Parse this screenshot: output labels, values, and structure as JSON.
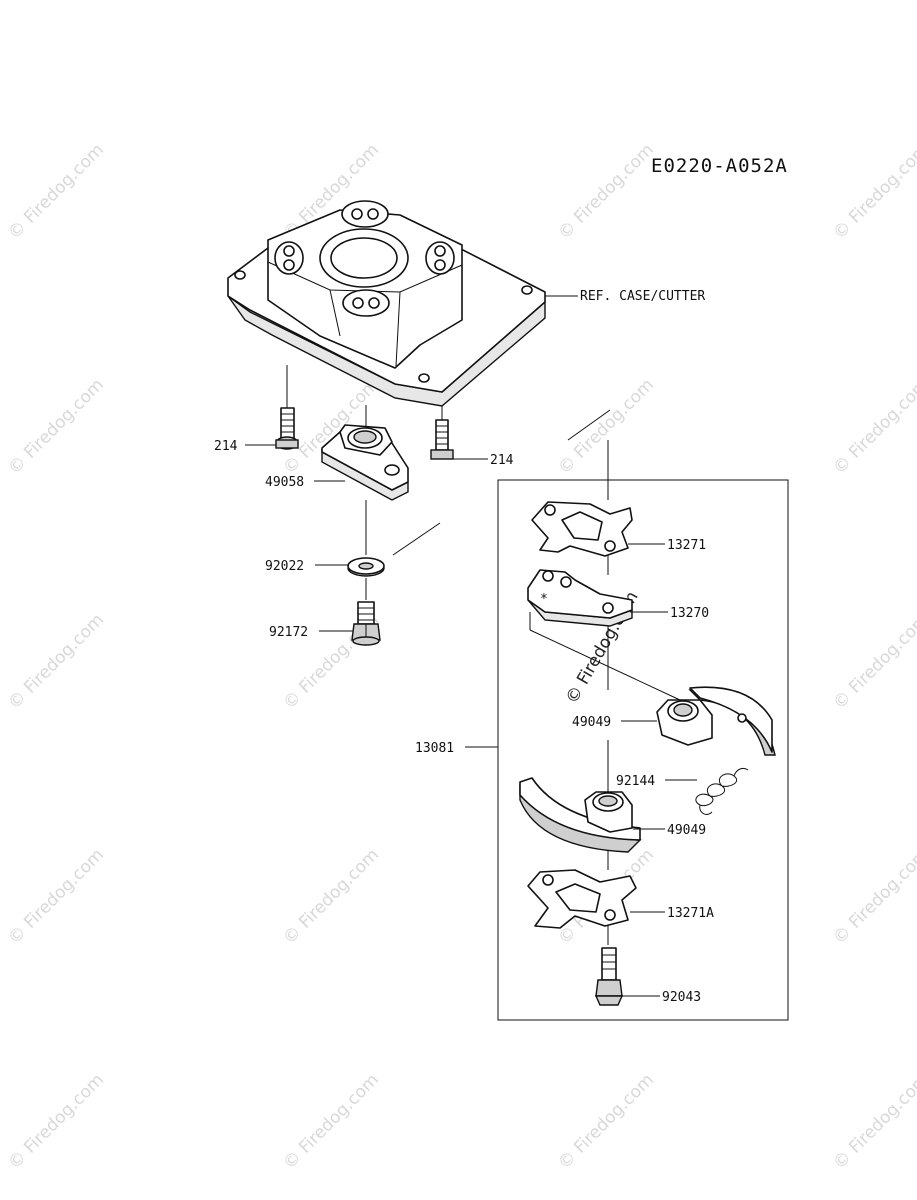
{
  "diagram_code": "E0220-A052A",
  "watermark": {
    "text": "© Firedog.com",
    "center_text": "© Firedog.com"
  },
  "labels": {
    "ref_case_cutter": "REF. CASE/CUTTER",
    "bolt_left": "214",
    "bolt_right": "214",
    "part_49058": "49058",
    "part_92022": "92022",
    "part_92172": "92172",
    "part_13081": "13081",
    "part_13271": "13271",
    "part_13270": "13270",
    "part_49049_upper": "49049",
    "part_92144": "92144",
    "part_49049_lower": "49049",
    "part_13271a": "13271A",
    "part_92043": "92043"
  }
}
